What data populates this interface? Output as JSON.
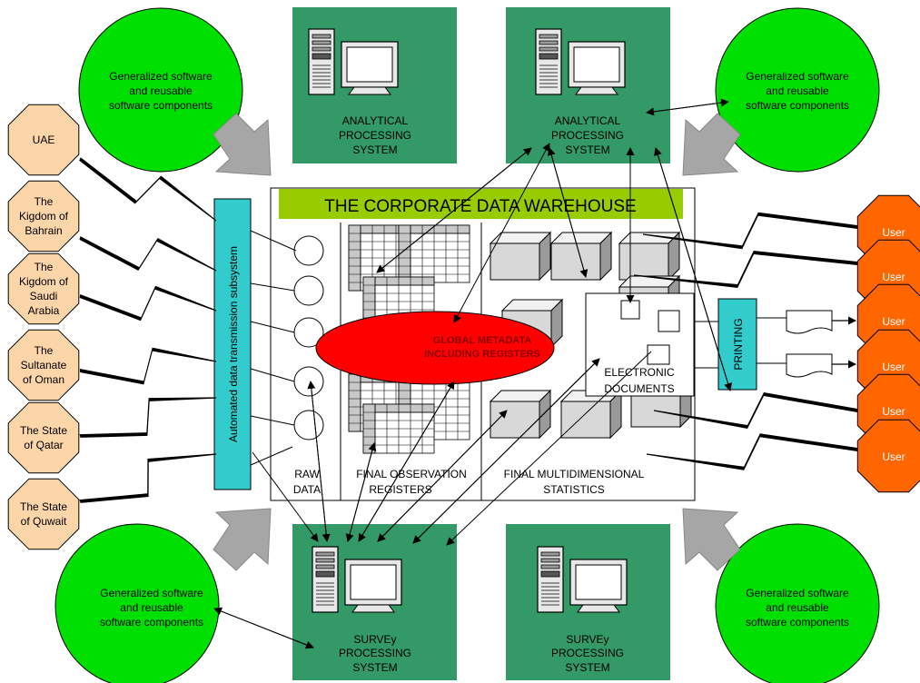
{
  "warehouse": {
    "title": "THE CORPORATE DATA WAREHOUSE",
    "raw_label": [
      "RAW",
      "DATA"
    ],
    "registers_label": [
      "FINAL OBSERVATION",
      "REGISTERS"
    ],
    "stats_label": [
      "FINAL MULTIDIMENSIONAL",
      "STATISTICS"
    ],
    "metadata": [
      "GLOBAL METADATA",
      "INCLUDING REGISTERS"
    ],
    "electronic": [
      "ELECTRONIC",
      "DOCUMENTS"
    ]
  },
  "transmission_label": "Automated data transmission subsystem",
  "printing_label": "PRINTING",
  "countries": [
    [
      "UAE"
    ],
    [
      "The",
      "Kigdom of",
      "Bahrain"
    ],
    [
      "The",
      "Kigdom of",
      "Saudi",
      "Arabia"
    ],
    [
      "The",
      "Sultanate",
      "of Oman"
    ],
    [
      "The State",
      "of Qatar"
    ],
    [
      "The State",
      "of Quwait"
    ]
  ],
  "users": [
    "User",
    "User",
    "User",
    "User",
    "User",
    "User"
  ],
  "software_label": [
    "Generalized software",
    "and reusable",
    "software components"
  ],
  "systems": {
    "analytical": [
      "ANALYTICAL",
      "PROCESSING",
      "SYSTEM"
    ],
    "survey": [
      "SURVEy",
      "PROCESSING",
      "SYSTEM"
    ]
  },
  "colors": {
    "system_box": "#339966",
    "software_circle": "#00e000",
    "country": "#fcd5a8",
    "user": "#ff6600",
    "transmission": "#33cccc",
    "banner": "#99cc00",
    "metadata": "#ff0000"
  }
}
